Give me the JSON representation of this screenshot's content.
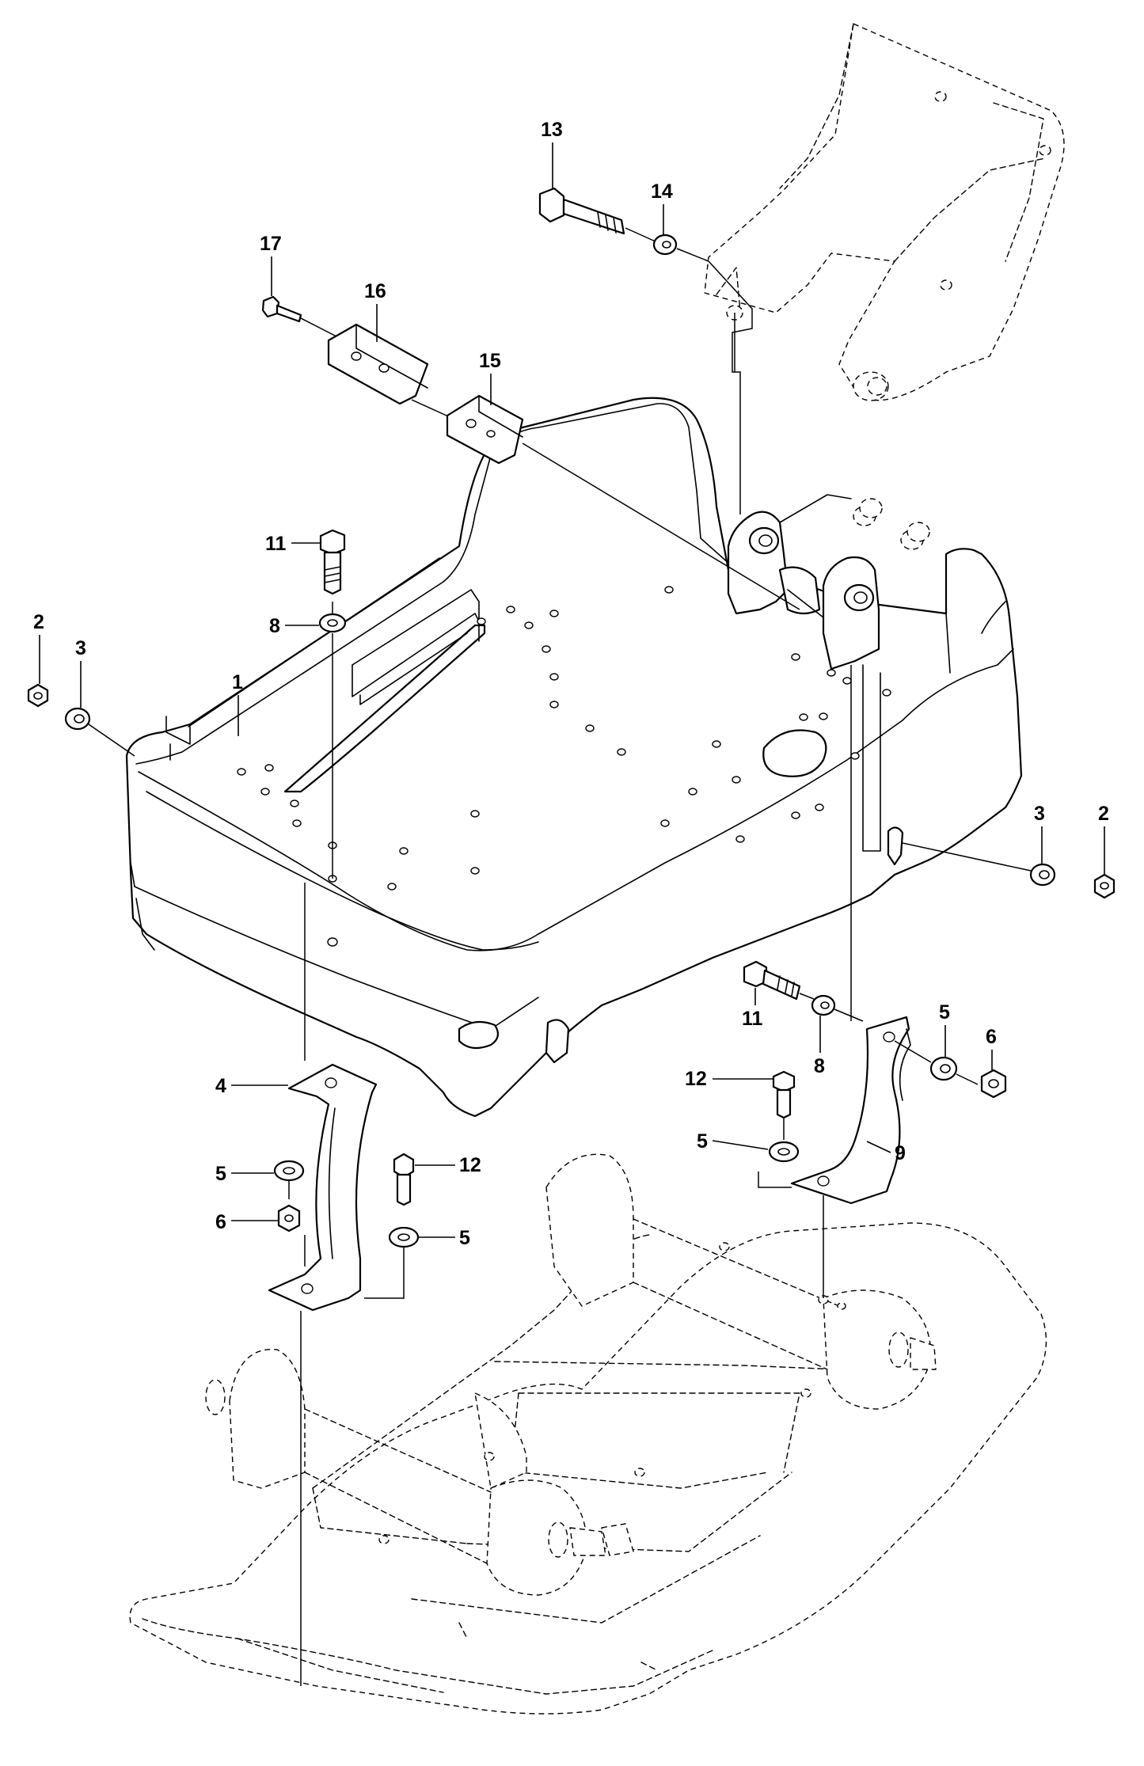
{
  "diagram": {
    "callouts": [
      {
        "id": "c13",
        "label": "13"
      },
      {
        "id": "c14",
        "label": "14"
      },
      {
        "id": "c17",
        "label": "17"
      },
      {
        "id": "c16",
        "label": "16"
      },
      {
        "id": "c15",
        "label": "15"
      },
      {
        "id": "c11a",
        "label": "11"
      },
      {
        "id": "c8a",
        "label": "8"
      },
      {
        "id": "c2a",
        "label": "2"
      },
      {
        "id": "c3a",
        "label": "3"
      },
      {
        "id": "c1",
        "label": "1"
      },
      {
        "id": "c3b",
        "label": "3"
      },
      {
        "id": "c2b",
        "label": "2"
      },
      {
        "id": "c11b",
        "label": "11"
      },
      {
        "id": "c8b",
        "label": "8"
      },
      {
        "id": "c5a",
        "label": "5"
      },
      {
        "id": "c6a",
        "label": "6"
      },
      {
        "id": "c12a",
        "label": "12"
      },
      {
        "id": "c5b",
        "label": "5"
      },
      {
        "id": "c9",
        "label": "9"
      },
      {
        "id": "c4",
        "label": "4"
      },
      {
        "id": "c5c",
        "label": "5"
      },
      {
        "id": "c12b",
        "label": "12"
      },
      {
        "id": "c6b",
        "label": "6"
      },
      {
        "id": "c5d",
        "label": "5"
      }
    ]
  }
}
